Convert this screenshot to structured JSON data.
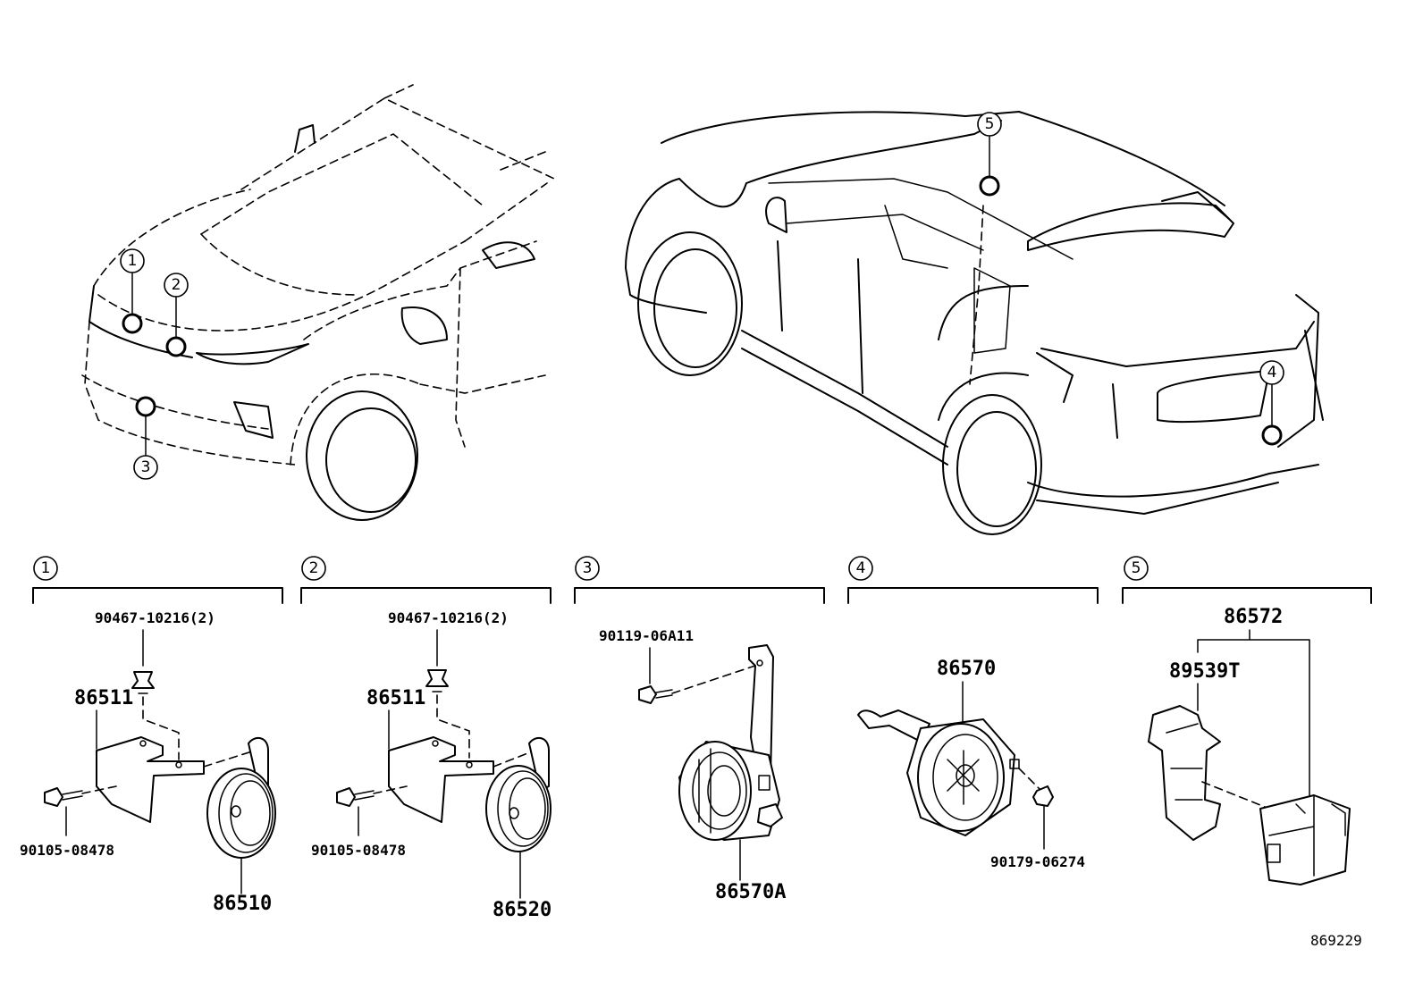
{
  "markers": {
    "front": [
      "1",
      "2",
      "3"
    ],
    "rear": [
      "4",
      "5"
    ]
  },
  "sections": [
    {
      "number": "1",
      "parts": {
        "clip": "90467-10216(2)",
        "bracket": "86511",
        "bolt": "90105-08478",
        "horn": "86510"
      }
    },
    {
      "number": "2",
      "parts": {
        "clip": "90467-10216(2)",
        "bracket": "86511",
        "bolt": "90105-08478",
        "horn": "86520"
      }
    },
    {
      "number": "3",
      "parts": {
        "bolt": "90119-06A11",
        "speaker": "86570A"
      }
    },
    {
      "number": "4",
      "parts": {
        "speaker": "86570",
        "nut": "90179-06274"
      }
    },
    {
      "number": "5",
      "parts": {
        "assembly": "86572",
        "bracket": "89539T"
      }
    }
  ],
  "diagram_code": "869229"
}
